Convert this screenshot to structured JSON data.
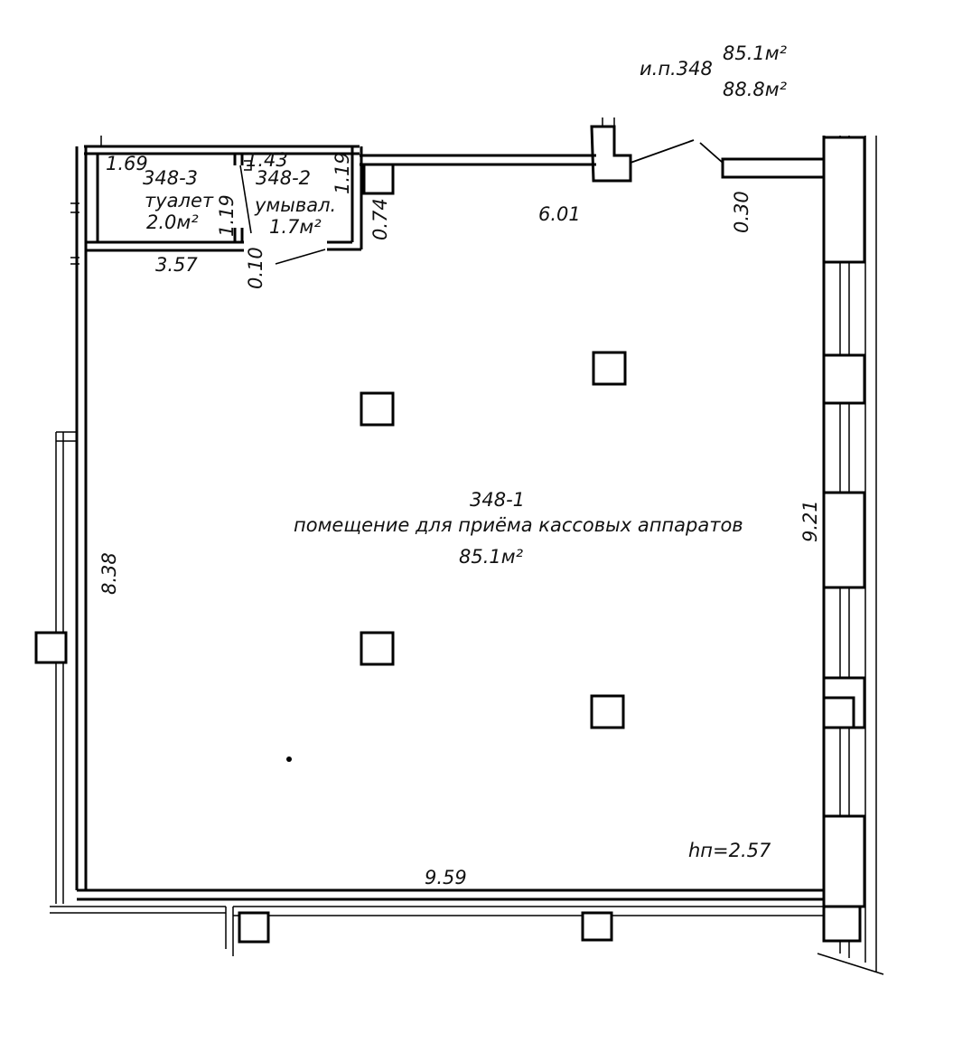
{
  "unit_info": {
    "label": "и.п.348",
    "area_1": "85.1м²",
    "area_2": "88.8м²"
  },
  "rooms": {
    "main": {
      "number": "348-1",
      "name": "помещение для приёма кассовых аппаратов",
      "area": "85.1м²"
    },
    "toilet": {
      "number": "348-3",
      "name": "туалет",
      "area": "2.0м²"
    },
    "washroom": {
      "number": "348-2",
      "name": "умывал.",
      "area": "1.7м²"
    }
  },
  "dimensions": {
    "toilet_height": "1.69",
    "washroom_width": "1.43",
    "washroom_height": "1.19",
    "toilet_partition": "1.19",
    "corridor_length": "3.57",
    "partition_thickness": "0.10",
    "column_offset": "0.74",
    "top_wall": "6.01",
    "entrance_wall": "0.30",
    "right_wall": "9.21",
    "left_wall": "8.38",
    "bottom_wall": "9.59"
  },
  "ceiling_height": "hп=2.57",
  "colors": {
    "line": "#000000",
    "background": "#ffffff"
  }
}
